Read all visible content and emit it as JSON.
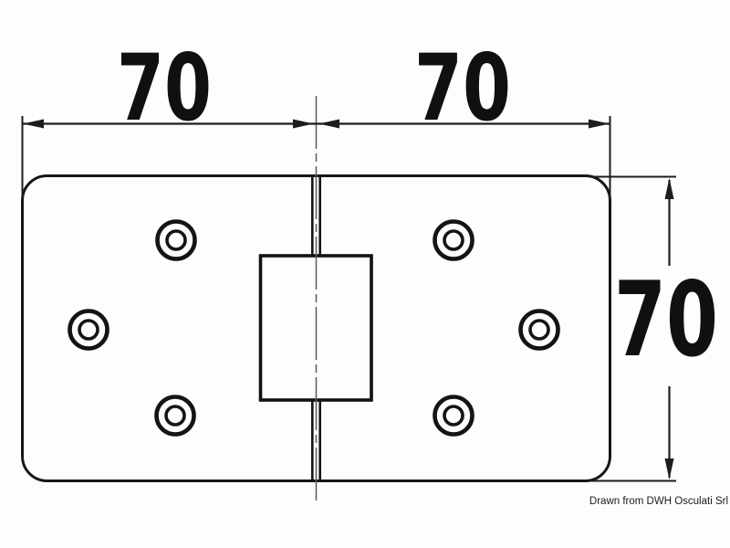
{
  "drawing": {
    "type": "technical-dimension-drawing",
    "subject": "hinge plate, top view",
    "dimensions": {
      "top_left_width": {
        "value": "70"
      },
      "top_right_width": {
        "value": "70"
      },
      "right_height": {
        "value": "70"
      }
    },
    "credit": "Drawn from DWH Osculati Srl",
    "features": {
      "screw_hole_count": 6,
      "has_center_hinge_pin": true,
      "has_center_knuckle_block": true
    },
    "colors": {
      "background": "#fdfdfd",
      "outline": "#161616",
      "dimension_line": "#1d1d1d",
      "centerline": "#5a5a5a",
      "text": "#101010"
    }
  }
}
